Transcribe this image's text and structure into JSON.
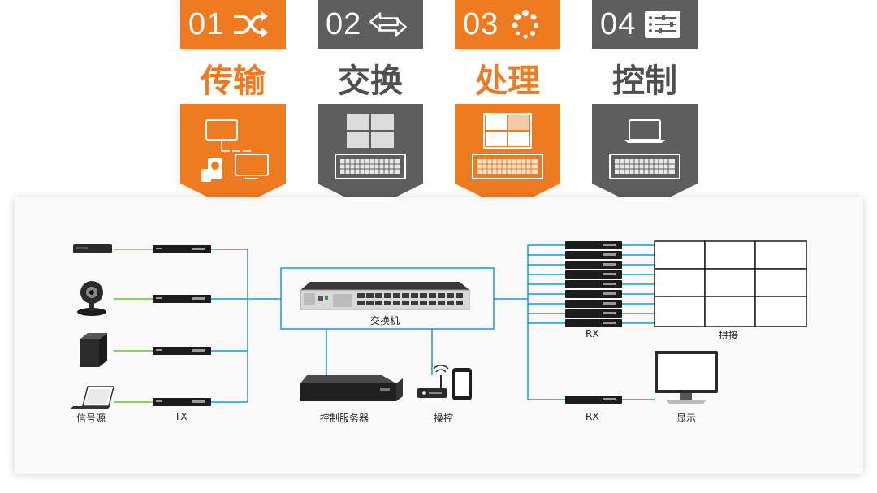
{
  "cards": [
    {
      "num": "01",
      "title": "传输",
      "icon": "shuffle-icon",
      "color": "#ee7b22"
    },
    {
      "num": "02",
      "title": "交换",
      "icon": "swap-arrows-icon",
      "color": "#5e5e5e"
    },
    {
      "num": "03",
      "title": "处理",
      "icon": "loading-dots-icon",
      "color": "#ee7b22"
    },
    {
      "num": "04",
      "title": "控制",
      "icon": "sliders-icon",
      "color": "#5e5e5e"
    }
  ],
  "labels": {
    "source": "信号源",
    "tx": "TX",
    "switch": "交换机",
    "server": "控制服务器",
    "control": "操控",
    "rx_wall": "RX",
    "wall": "拼接",
    "rx_single": "RX",
    "display": "显示"
  },
  "colors": {
    "orange": "#ee7b22",
    "gray": "#5e5e5e",
    "cable": "#1a9ad6",
    "green": "#6cbf3a"
  }
}
